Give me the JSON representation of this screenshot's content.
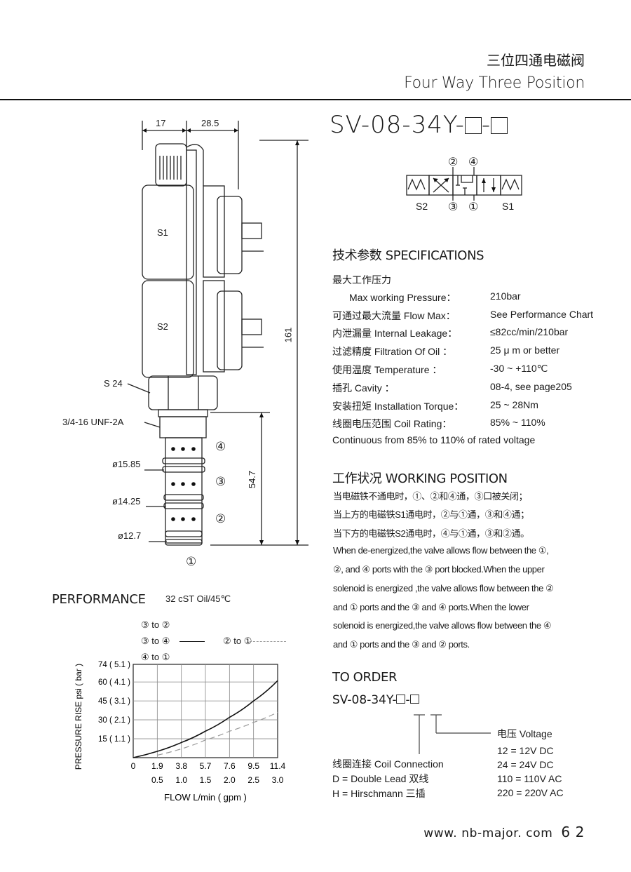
{
  "header": {
    "title_cn": "三位四通电磁阀",
    "title_en": "Four Way Three Position",
    "model_prefix": "SV-08-34Y-",
    "model_sep": "-"
  },
  "drawing": {
    "dim_17": "17",
    "dim_28_5": "28.5",
    "dim_161": "161",
    "dim_54_7": "54.7",
    "s1": "S1",
    "s2": "S2",
    "s24": "S 24",
    "thread": "3/4-16 UNF-2A",
    "d15": "ø15.85",
    "d14": "ø14.25",
    "d12": "ø12.7",
    "port4": "④",
    "port3": "③",
    "port2": "②",
    "port1": "①"
  },
  "symbol": {
    "p2": "②",
    "p4": "④",
    "s2": "S2",
    "p3": "③",
    "p1": "①",
    "s1": "S1"
  },
  "specs": {
    "heading": "技术参数 SPECIFICATIONS",
    "rows": [
      {
        "k": "最大工作压力",
        "v": ""
      },
      {
        "k": "Max working Pressure：",
        "v": "210bar"
      },
      {
        "k": "可通过最大流量 Flow Max：",
        "v": "See Performance Chart"
      },
      {
        "k": "内泄漏量 Internal Leakage：",
        "v": "≤82cc/min/210bar"
      },
      {
        "k": "过滤精度 Filtration Of Oil ：",
        "v": "25 μ m or better"
      },
      {
        "k": "使用温度 Temperature ：",
        "v": "-30 ~ +110℃"
      },
      {
        "k": "插孔 Cavity ：",
        "v": "08-4, see page205"
      },
      {
        "k": "安装扭矩 Installation Torque：",
        "v": "25 ~ 28Nm"
      },
      {
        "k": "线圈电压范围 Coil Rating：",
        "v": "85% ~ 110%"
      }
    ],
    "note": "Continuous from 85% to 110% of rated voltage"
  },
  "working": {
    "heading": "工作状况 WORKING POSITION",
    "lines": [
      "当电磁铁不通电时，①、②和④通，③口被关闭；",
      "当上方的电磁铁S1通电时，②与①通，③和④通；",
      "当下方的电磁铁S2通电时，④与①通，③和②通。",
      "When de-energized,the valve allows flow between the ①,",
      "②, and ④ ports with the ③ port blocked.When the upper",
      "solenoid is energized ,the valve allows flow between the ②",
      "and ① ports and the ③ and ④ ports.When the lower",
      "solenoid is energized,the valve allows flow between the ④",
      "and ① ports and the ③ and ② ports."
    ]
  },
  "order": {
    "heading": "TO ORDER",
    "code_prefix": "SV-08-34Y-",
    "voltage_label": "电压  Voltage",
    "voltages": [
      "12  =  12V DC",
      "24  =  24V DC",
      "110 = 110V AC",
      "220 = 220V AC"
    ],
    "coil_label": "线圈连接  Coil Connection",
    "coil_options": [
      "D = Double Lead   双线",
      "H = Hirschmann    三插"
    ]
  },
  "performance": {
    "heading": "PERFORMANCE",
    "condition": "32 cST Oil/45℃",
    "legend_a1": "③ to ②",
    "legend_a2": "③ to ④",
    "legend_a3": "④ to ①",
    "legend_b": "② to ①"
  },
  "chart_data": {
    "type": "line",
    "xlabel": "FLOW L/min ( gpm )",
    "ylabel": "PRESSURE RISE psi ( bar )",
    "x_ticks_lpm": [
      "0",
      "1.9",
      "3.8",
      "5.7",
      "7.6",
      "9.5",
      "11.4"
    ],
    "x_ticks_gpm": [
      "0.5",
      "1.0",
      "1.5",
      "2.0",
      "2.5",
      "3.0"
    ],
    "y_ticks": [
      "74 ( 5.1 )",
      "60 ( 4.1 )",
      "45 ( 3.1 )",
      "30 ( 2.1 )",
      "15 ( 1.1 )"
    ],
    "xlim": [
      0,
      11.4
    ],
    "ylim": [
      0,
      74
    ],
    "grid": true,
    "series": [
      {
        "name": "③ to ② / ③ to ④ / ④ to ①",
        "style": "solid",
        "x": [
          0,
          1.9,
          3.8,
          5.7,
          7.6,
          9.5,
          11.4
        ],
        "y": [
          0,
          5,
          12,
          21,
          32,
          45,
          61
        ]
      },
      {
        "name": "② to ①",
        "style": "dashed",
        "x": [
          1.9,
          3.8,
          5.7,
          7.6,
          9.5,
          11.4
        ],
        "y": [
          2,
          7,
          14,
          21,
          28,
          36
        ]
      }
    ]
  },
  "footer": {
    "url": "www. nb-major. com",
    "page": "6 2"
  }
}
